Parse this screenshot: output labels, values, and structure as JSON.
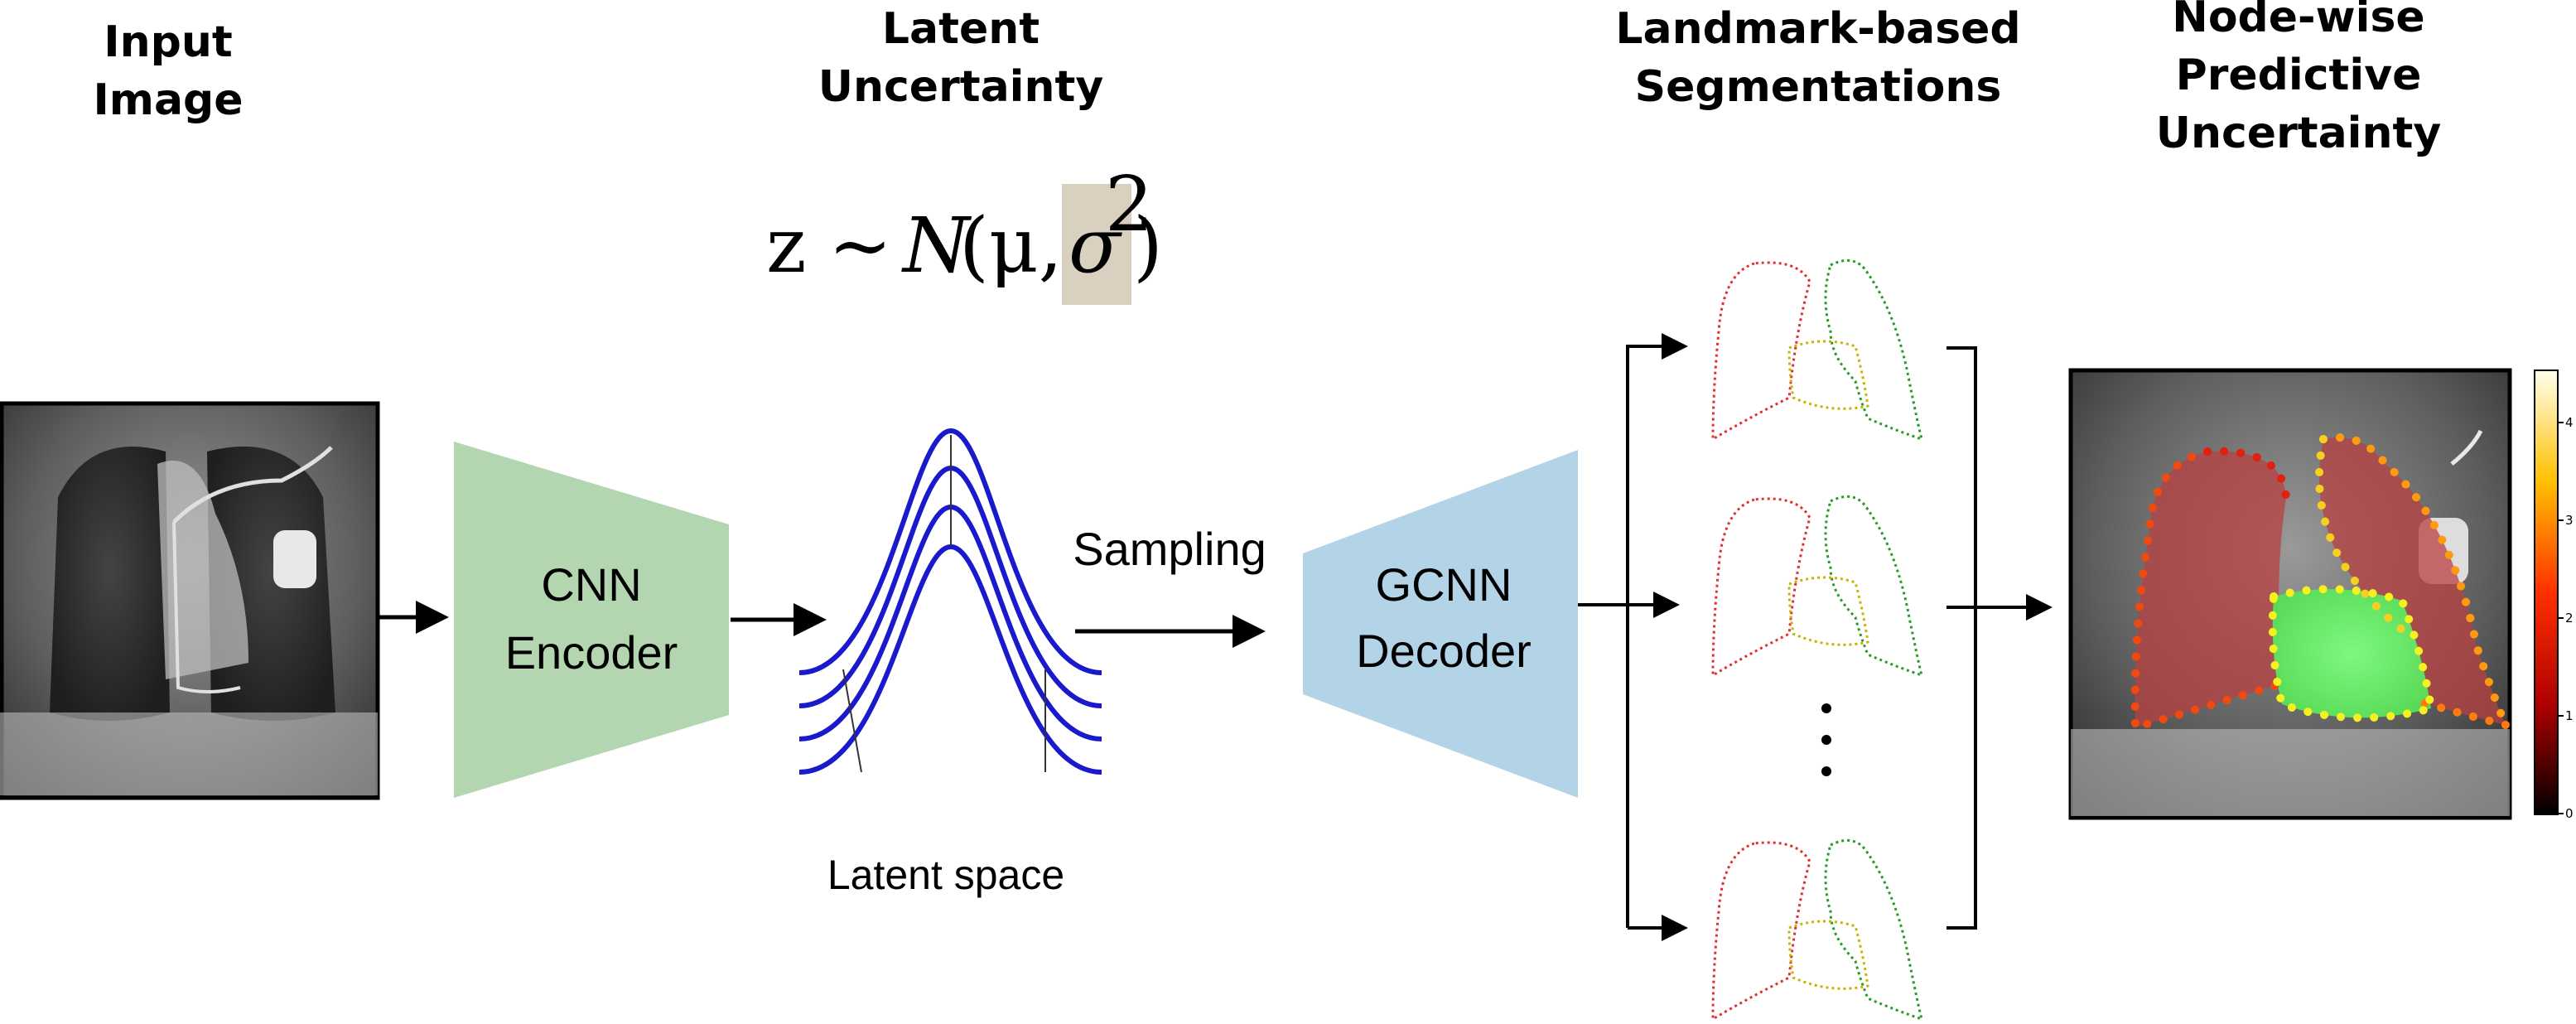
{
  "headers": {
    "input": [
      "Input",
      "Image"
    ],
    "latent": [
      "Latent",
      "Uncertainty"
    ],
    "segmentations": [
      "Landmark-based",
      "Segmentations"
    ],
    "predictive": [
      "Node-wise",
      "Predictive",
      "Uncertainty"
    ]
  },
  "formula": {
    "z": "z",
    "sim": "~",
    "n": "N",
    "open": "(μ,",
    "sigma": "σ",
    "sup": "2",
    "close": ")",
    "highlight_color": "#d9d0c0"
  },
  "encoder": {
    "lines": [
      "CNN",
      "Encoder"
    ],
    "color": "#b3d6b1"
  },
  "decoder": {
    "lines": [
      "GCNN",
      "Decoder"
    ],
    "color": "#b3d3e6"
  },
  "sampling_label": "Sampling",
  "latent_caption": "Latent space",
  "curve_color": "#1a1acc",
  "seg_colors": {
    "right_lung": "#e03030",
    "left_lung": "#2a9a2a",
    "heart": "#c8b400"
  },
  "colorbar": {
    "ticks": [
      "4",
      "3",
      "2",
      "1",
      "0"
    ]
  },
  "icons": {
    "arrow": "arrow-icon",
    "ellipsis": "vertical-ellipsis-icon"
  }
}
